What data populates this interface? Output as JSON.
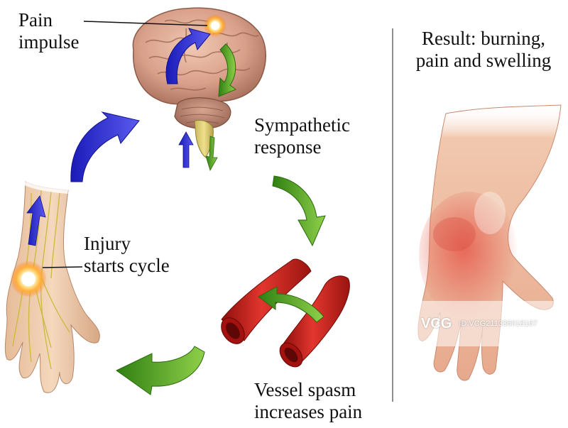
{
  "labels": {
    "pain_impulse": [
      "Pain",
      "impulse"
    ],
    "sympathetic_response": [
      "Sympathetic",
      "response"
    ],
    "injury_starts_cycle": [
      "Injury",
      "starts cycle"
    ],
    "vessel_spasm": [
      "Vessel spasm",
      "increases pain"
    ],
    "result": [
      "Result: burning,",
      "pain and swelling"
    ]
  },
  "watermark": {
    "mark": "VCG",
    "id": "ID:VCG211336018167"
  },
  "colors": {
    "blue_arrow": "#2a2ad8",
    "green_arrow": "#3f9a1c",
    "vessel_red": "#c8201c",
    "brain": "#d9a48c",
    "skin": "#eec9a8",
    "inflamed": "#e06a5a",
    "divider": "#444444"
  }
}
